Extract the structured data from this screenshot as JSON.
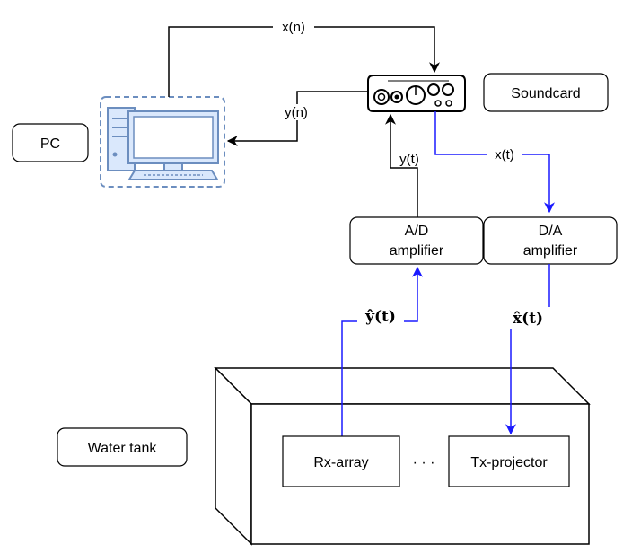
{
  "nodes": {
    "pc": "PC",
    "soundcard": "Soundcard",
    "ad_line1": "A/D",
    "ad_line2": "amplifier",
    "da_line1": "D/A",
    "da_line2": "amplifier",
    "water_tank": "Water tank",
    "rx_array": "Rx-array",
    "tx_projector": "Tx-projector",
    "dots": "· · ·"
  },
  "signals": {
    "xn": "x(n)",
    "yn": "y(n)",
    "yt": "y(t)",
    "xt": "x(t)",
    "yhat": "ŷ(t)",
    "xhat": "x̂(t)"
  },
  "colors": {
    "black_line": "#000000",
    "blue_line": "#1a1aff",
    "pc_icon": "#6c8ebf",
    "pc_fill": "#dae8fc"
  }
}
